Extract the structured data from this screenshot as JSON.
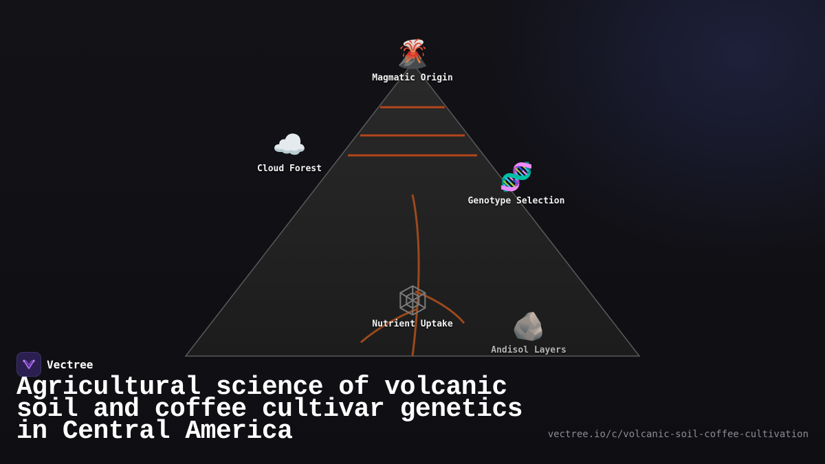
{
  "diagram": {
    "nodes": {
      "magmatic_origin": {
        "icon": "🌋",
        "icon_name": "volcano-icon",
        "label": "Magmatic Origin"
      },
      "cloud_forest": {
        "icon": "☁️",
        "icon_name": "cloud-icon",
        "label": "Cloud Forest"
      },
      "genotype_selection": {
        "icon": "🧬",
        "icon_name": "dna-icon",
        "label": "Genotype Selection"
      },
      "nutrient_uptake": {
        "icon": "🕸",
        "icon_name": "web-network-icon",
        "label": "Nutrient Uptake"
      },
      "andisol_layers": {
        "icon": "🪨",
        "icon_name": "rock-icon",
        "label": "Andisol Layers"
      }
    },
    "colors": {
      "strata_lines": "#b5461c",
      "roots": "#a8501f",
      "pyramid_fill": "#232323",
      "pyramid_stroke": "#5a5a5a"
    }
  },
  "brand": {
    "name": "Vectree",
    "logo_icon": "vectree-logo-icon",
    "accent": "#a855f7"
  },
  "title": "Agricultural science of volcanic soil and coffee cultivar genetics in Central America",
  "url": "vectree.io/c/volcanic-soil-coffee-cultivation"
}
